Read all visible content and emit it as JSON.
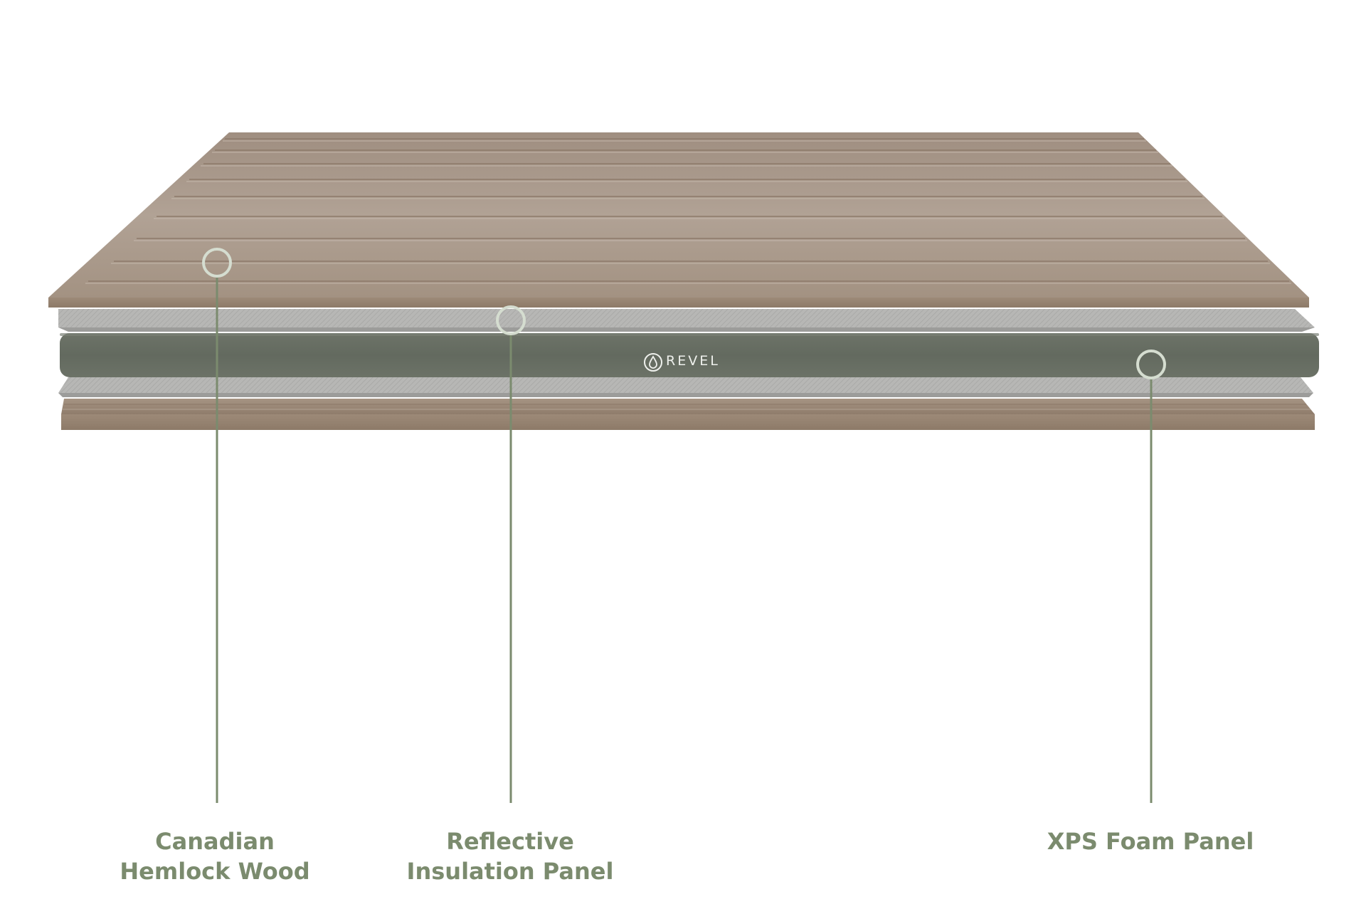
{
  "diagram": {
    "brand_name": "REVEL",
    "brand_icon": "water-drop-icon",
    "accent_color": "#7b8b6e",
    "marker_color": "#d5ddd0",
    "layers_top_to_bottom": [
      "Canadian Hemlock Wood",
      "Reflective Insulation Panel",
      "XPS Foam Panel",
      "Reflective Insulation Panel",
      "Canadian Hemlock Wood"
    ],
    "callouts": [
      {
        "line1": "Canadian",
        "line2": "Hemlock Wood",
        "layer": "wood",
        "icon": "circle-marker-icon"
      },
      {
        "line1": "Reflective",
        "line2": "Insulation Panel",
        "layer": "reflective",
        "icon": "circle-marker-icon"
      },
      {
        "line1": "XPS Foam Panel",
        "line2": "",
        "layer": "xps-foam",
        "icon": "circle-marker-icon"
      }
    ]
  }
}
